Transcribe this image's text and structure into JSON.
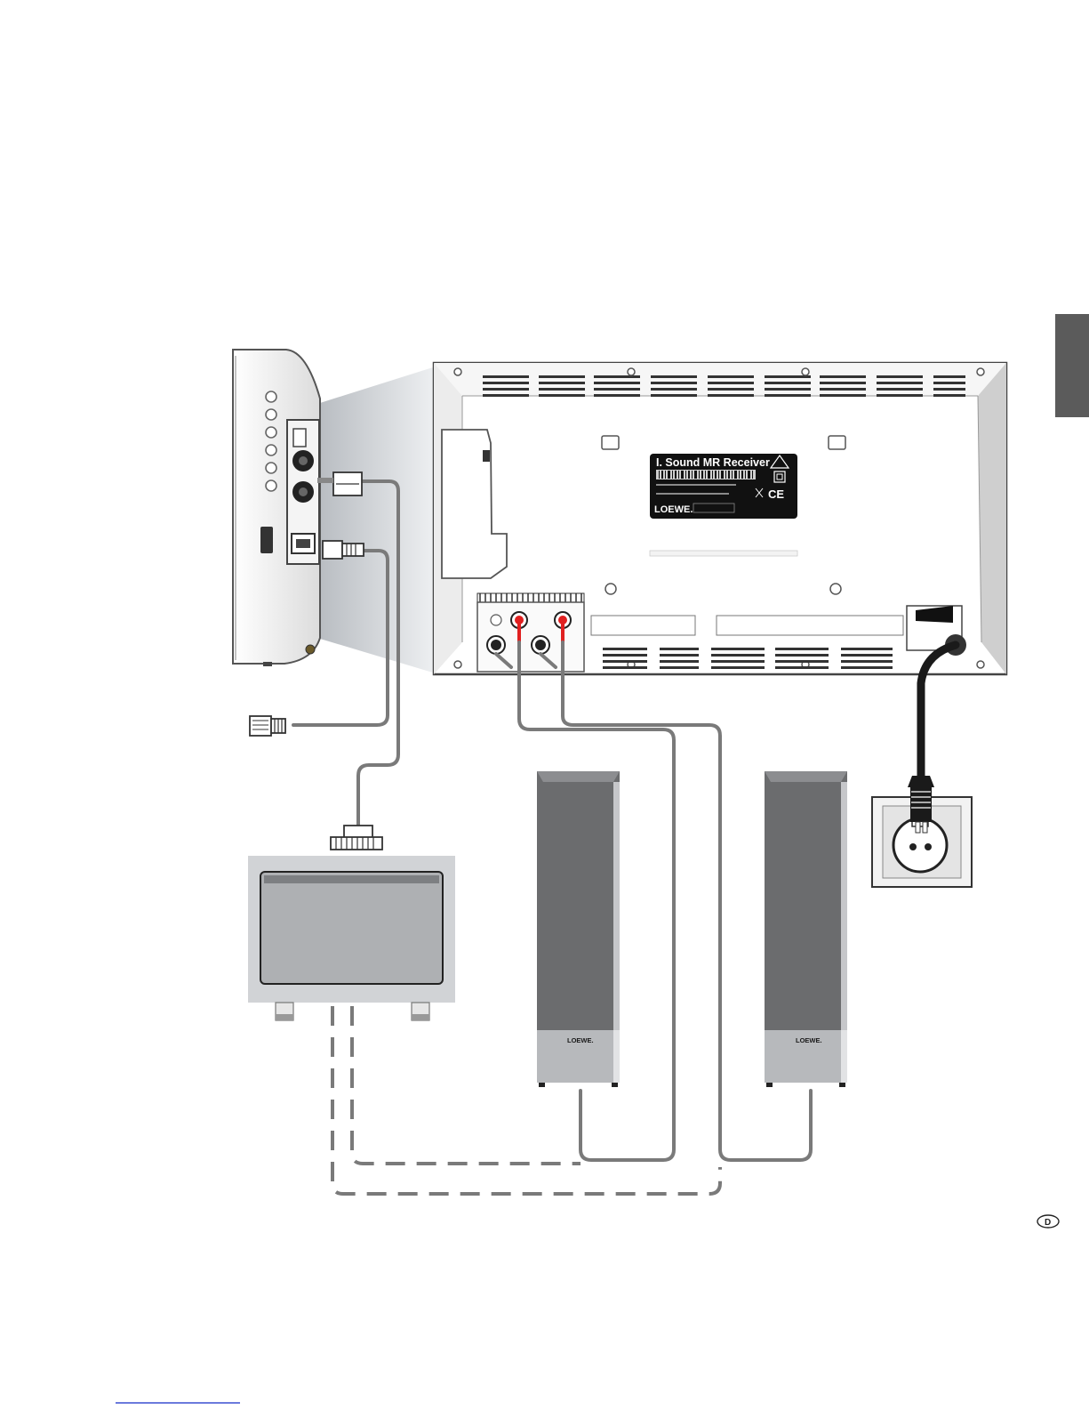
{
  "label": {
    "title": "I. Sound MR Receiver",
    "brand": "LOEWE.",
    "ce": "CE"
  },
  "speakers": {
    "left_brand": "LOEWE.",
    "right_brand": "LOEWE."
  },
  "page": {
    "language_marker": "D"
  },
  "colors": {
    "side_tab": "#5b5b5b",
    "cable": "#7a7a7a",
    "speaker_body": "#6b6c6e",
    "speaker_base": "#b7b9bc",
    "label_bg": "#111111",
    "red_terminal": "#e02020"
  }
}
